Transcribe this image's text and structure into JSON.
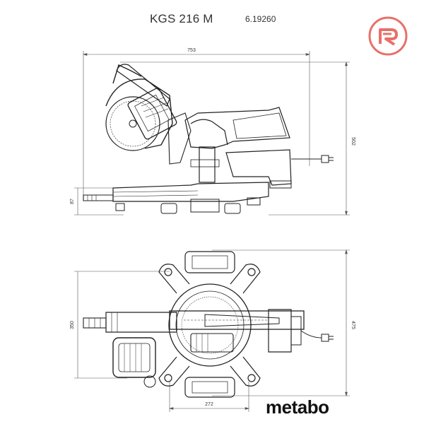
{
  "header": {
    "model": "KGS 216 M",
    "article_number": "6.19260"
  },
  "dimensions": {
    "side_width": "753",
    "side_height": "502",
    "side_base_height": "87",
    "top_depth": "475",
    "top_depth_inner": "350",
    "top_width": "272"
  },
  "brand": {
    "name": "metabo"
  },
  "colors": {
    "line": "#222222",
    "dimension_line": "#555555",
    "logo_ring": "#e8706a"
  },
  "icons": {
    "corner_logo": "circle-r-logo"
  }
}
